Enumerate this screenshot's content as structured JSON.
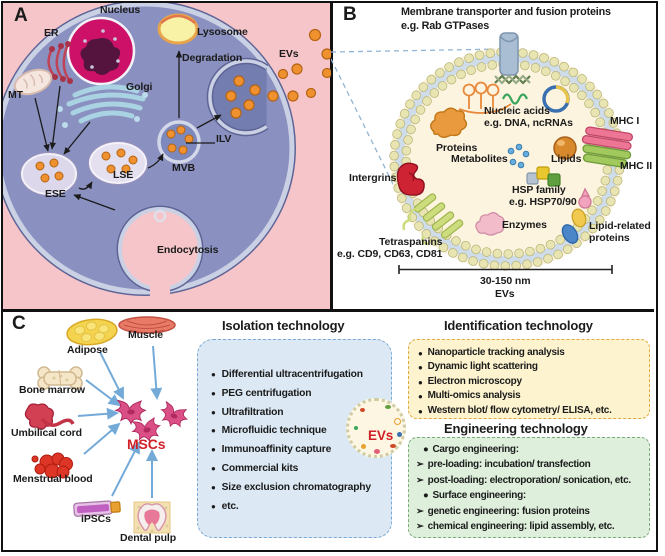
{
  "figure_title": "MSC-EV biogenesis, composition and technologies",
  "colors": {
    "panel_a_bg": "#f6c5c9",
    "cell_fill": "#8a90bf",
    "vesicle_orange": "#f09130",
    "msc_red": "#d02027",
    "ev_text_red": "#d02027",
    "isolation_box_bg": "#dce9f5",
    "isolation_border": "#79a9d3",
    "identification_box_bg": "#fdf3cf",
    "identification_border": "#e2a93c",
    "engineering_box_bg": "#def0dc",
    "engineering_border": "#7bab78"
  },
  "panel_a": {
    "label": "A",
    "organelle_labels": {
      "nucleus": "Nucleus",
      "er": "ER",
      "mt": "MT",
      "golgi": "Golgi",
      "lysosome": "Lysosome",
      "degradation": "Degradation",
      "evs": "EVs",
      "ilv": "ILV",
      "mvb": "MVB",
      "lse": "LSE",
      "ese": "ESE",
      "endocytosis": "Endocytosis"
    }
  },
  "panel_b": {
    "label": "B",
    "title_line1": "Membrane transporter and fusion proteins",
    "title_line2": "e.g. Rab GTPases",
    "component_labels": {
      "nucleic_acids_line1": "Nucleic acids",
      "nucleic_acids_line2": "e.g. DNA, ncRNAs",
      "proteins": "Proteins",
      "metabolites": "Metabolites",
      "lipids": "Lipids",
      "hsp_line1": "HSP family",
      "hsp_line2": "e.g. HSP70/90",
      "enzymes": "Enzymes",
      "mhc_i": "MHC I",
      "mhc_ii": "MHC II",
      "lipid_related_line1": "Lipid-related",
      "lipid_related_line2": "proteins",
      "integrins": "Intergrins",
      "tetraspanins_line1": "Tetraspanins",
      "tetraspanins_line2": "e.g. CD9, CD63, CD81"
    },
    "size_label": "30-150 nm",
    "size_sublabel": "EVs"
  },
  "panel_c": {
    "label": "C",
    "sources": [
      {
        "label": "Adipose"
      },
      {
        "label": "Muscle"
      },
      {
        "label": "Bone marrow"
      },
      {
        "label": "Umbilical cord"
      },
      {
        "label": "Menstrual blood"
      },
      {
        "label": "iPSCs"
      },
      {
        "label": "Dental pulp"
      }
    ],
    "mscs_label": "MSCs",
    "evs_label": "EVs",
    "isolation": {
      "title": "Isolation technology",
      "bullet": "●",
      "items": [
        "Differential ultracentrifugation",
        "PEG centrifugation",
        "Ultrafiltration",
        "Microfluidic technique",
        "Immunoaffinity capture",
        "Commercial kits",
        "Size exclusion chromatography",
        "etc."
      ]
    },
    "identification": {
      "title": "Identification technology",
      "bullet": "●",
      "items": [
        "Nanoparticle tracking analysis",
        "Dynamic light scattering",
        "Electron microscopy",
        "Multi-omics analysis",
        "Western blot/ flow cytometry/ ELISA, etc."
      ]
    },
    "engineering": {
      "title": "Engineering technology",
      "items": [
        {
          "marker": "●",
          "text": "Cargo engineering:"
        },
        {
          "marker": "➢",
          "text": "pre-loading: incubation/ transfection"
        },
        {
          "marker": "➢",
          "text": "post-loading: electroporation/ sonication, etc."
        },
        {
          "marker": "●",
          "text": "Surface engineering:"
        },
        {
          "marker": "➢",
          "text": "genetic engineering: fusion proteins"
        },
        {
          "marker": "➢",
          "text": "chemical engineering: lipid assembly, etc."
        }
      ]
    }
  }
}
